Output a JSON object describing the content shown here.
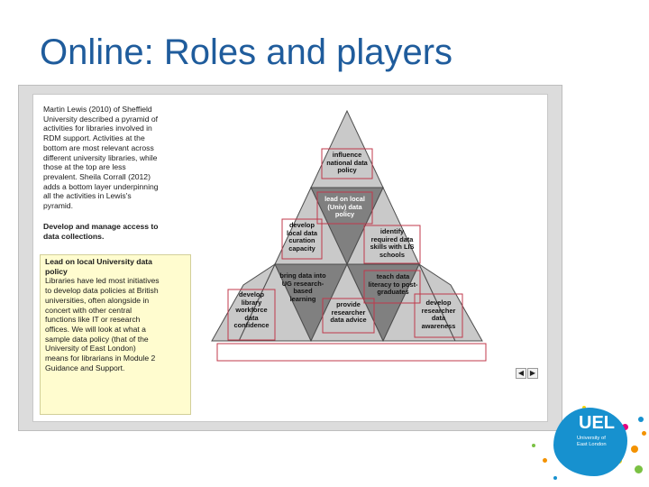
{
  "slide": {
    "title": "Online: Roles and players"
  },
  "sidebar": {
    "intro_lines": [
      "Martin Lewis (2010) of Sheffield",
      "University described a pyramid of",
      "activities for libraries involved in",
      "RDM support. Activities at the",
      "bottom are most relevant across",
      "different university libraries, while",
      "those at the top are less",
      "prevalent. Sheila Corrall (2012)",
      "adds a bottom layer underpinning",
      "all the activities in Lewis's",
      "pyramid."
    ],
    "heading_lines": [
      "Develop and manage access to",
      "data collections."
    ],
    "callout_title_lines": [
      "Lead on local University data",
      "policy"
    ],
    "callout_body_lines": [
      "Libraries have led most initiatives",
      "to develop data policies at British",
      "universities, often alongside in",
      "concert with other central",
      "functions like IT or research",
      "offices. We will look at what a",
      "sample data policy (that of the",
      "University of East London)",
      "means for librarians in Module 2",
      "Guidance and Support."
    ]
  },
  "pyramid": {
    "cells": {
      "influence": [
        "influence",
        "national data",
        "policy"
      ],
      "lead": [
        "lead on local",
        "(Univ) data",
        "policy"
      ],
      "develop_curation": [
        "develop",
        "local data",
        "curation",
        "capacity"
      ],
      "identify": [
        "identify",
        "required data",
        "skills with LIS",
        "schools"
      ],
      "bring": [
        "bring data into",
        "UG research-",
        "based",
        "learning"
      ],
      "teach": [
        "teach data",
        "literacy to post-",
        "graduates"
      ],
      "develop_library": [
        "develop",
        "library",
        "workforce",
        "data",
        "confidence"
      ],
      "provide": [
        "provide",
        "researcher",
        "data advice"
      ],
      "develop_researcher": [
        "develop",
        "researcher",
        "data",
        "awareness"
      ]
    },
    "colors": {
      "light_cell": "#c9c9c9",
      "dark_cell": "#808080",
      "highlight_border": "#c0394b",
      "outline": "#4d4d4d"
    }
  },
  "navigation": {
    "prev_icon": "◀",
    "next_icon": "▶"
  },
  "logo": {
    "name": "UEL",
    "subtitle_lines": [
      "University of",
      "East London"
    ]
  }
}
